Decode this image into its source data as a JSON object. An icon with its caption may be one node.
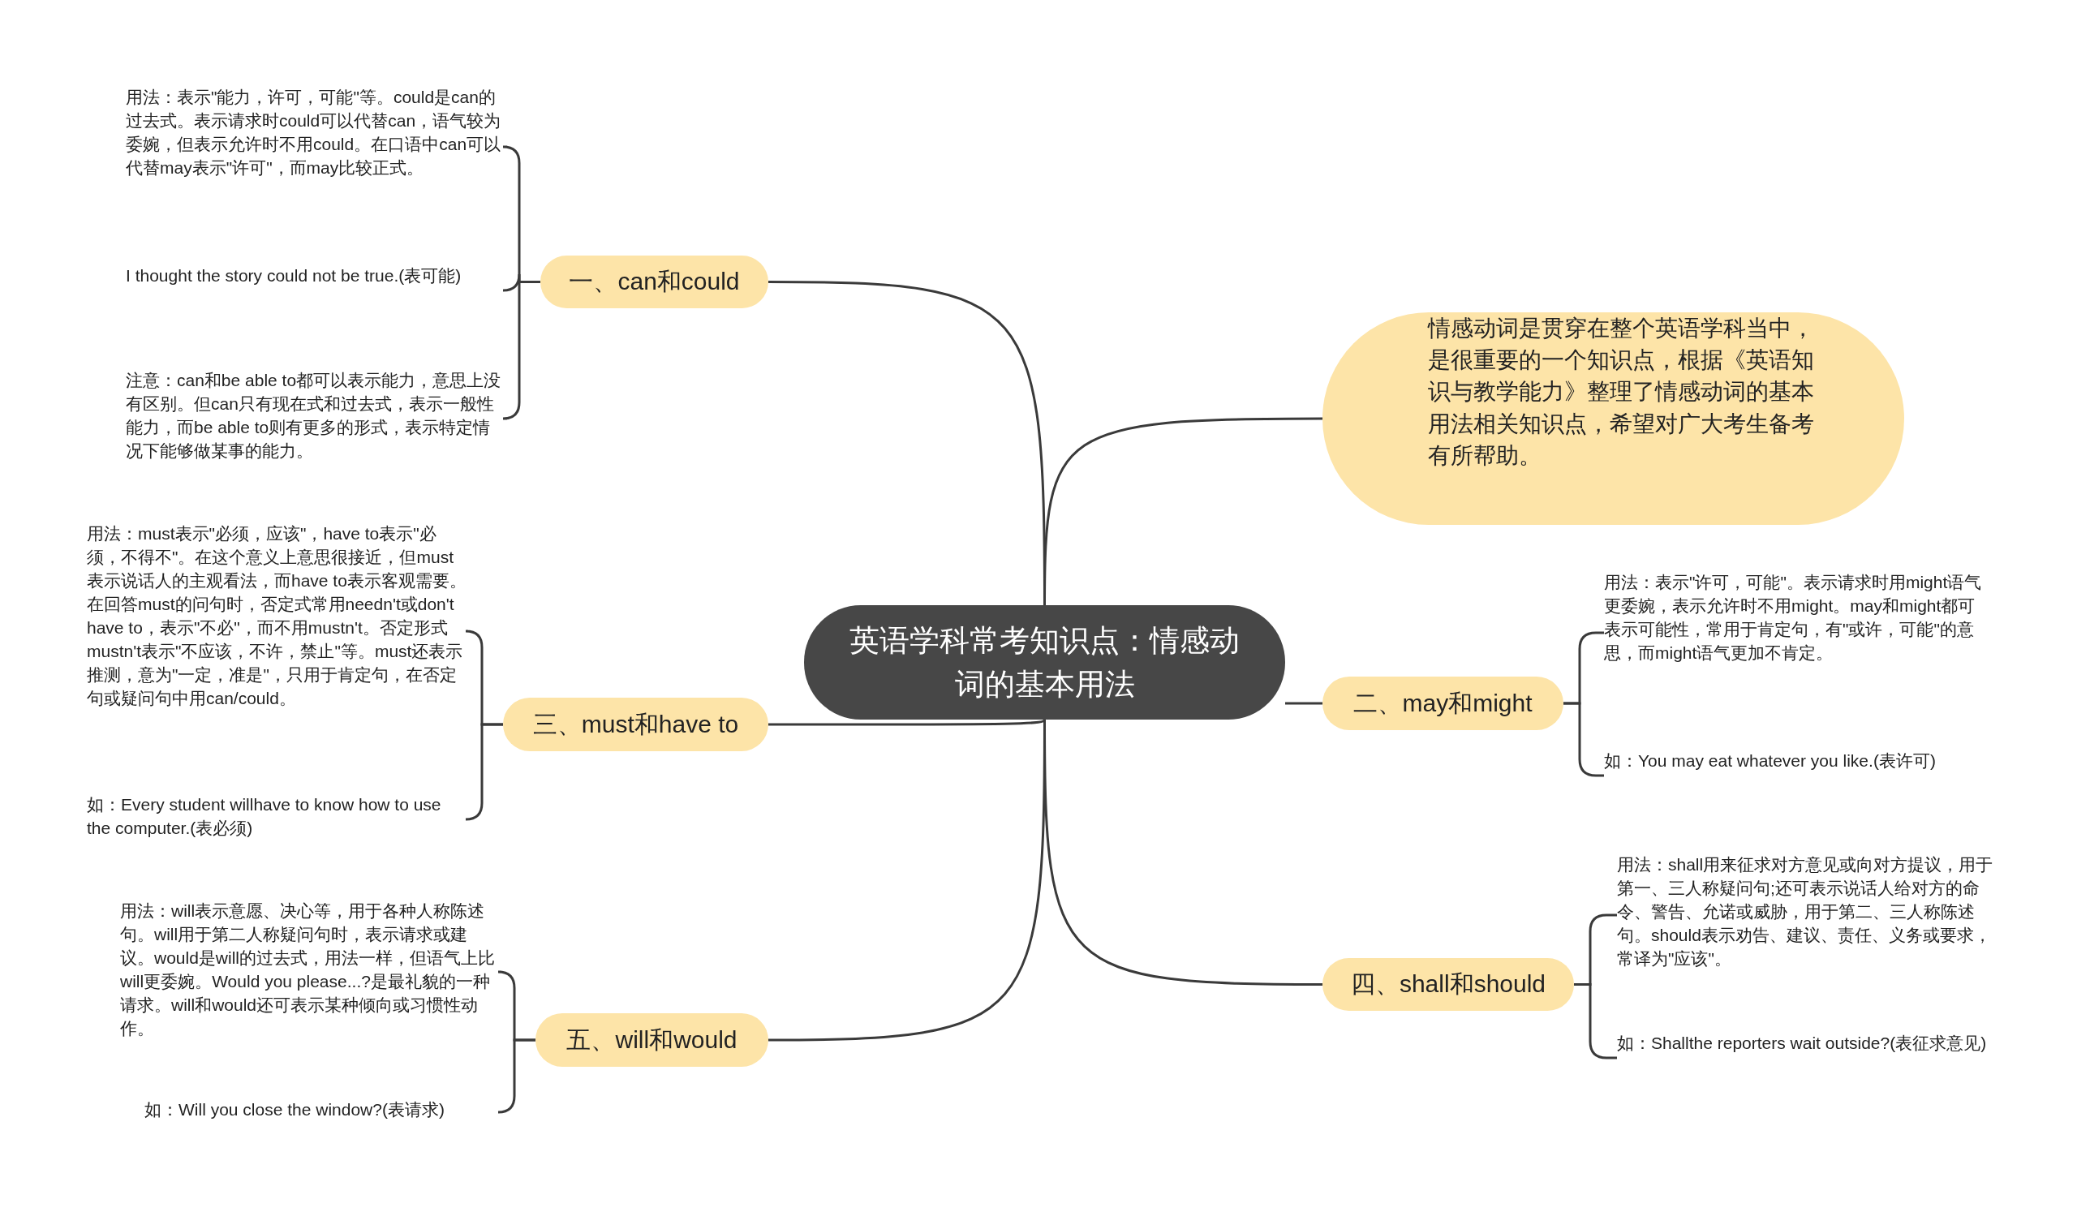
{
  "diagram": {
    "nodes": [
      {
        "text": [
          "英语学科常考知识点：情感动词的基本用法"
        ]
      },
      {
        "text": [
          "一、can和could"
        ]
      },
      {
        "text": [
          "用法：表示\"能力，许可，可能\"等。could是can的过去式。表示请求时could可以代替can，语气较为委婉，但表示允许时不用could。在口语中can可以代替may表示\"许可\"，而may比较正式。"
        ]
      },
      {
        "text": [
          "I thought the story could not be true.(表可能)"
        ]
      },
      {
        "text": [
          "注意：can和be able to都可以表示能力，意思上没有区别。但can只有现在式和过去式，表示一般性能力，而be able to则有更多的形式，表示特定情况下能够做某事的能力。"
        ]
      },
      {
        "text": [
          "情感动词是贯穿在整个英语学科当中，是很重要的一个知识点，根据《英语知识与教学能力》整理了情感动词的基本用法相关知识点，希望对广大考生备考有所帮助。"
        ]
      },
      {
        "text": [
          "二、may和might"
        ]
      },
      {
        "text": [
          "用法：表示\"许可，可能\"。表示请求时用might语气更委婉，表示允许时不用might。may和might都可表示可能性，常用于肯定句，有\"或许，可能\"的意思，而might语气更加不肯定。"
        ]
      },
      {
        "text": [
          "如：You may eat whatever you like.(表许可)"
        ]
      },
      {
        "text": [
          "三、must和have to"
        ]
      },
      {
        "text": [
          "用法：must表示\"必须，应该\"，have to表示\"必须，不得不\"。在这个意义上意思很接近，但must表示说话人的主观看法，而have to表示客观需要。在回答must的问句时，否定式常用needn't或don't have to，表示\"不必\"，而不用mustn't。否定形式mustn't表示\"不应该，不许，禁止\"等。must还表示推测，意为\"一定，准是\"，只用于肯定句，在否定句或疑问句中用can/could。"
        ]
      },
      {
        "text": [
          "如：Every student willhave to know how to use the computer.(表必须)"
        ]
      },
      {
        "text": [
          "四、shall和should"
        ]
      },
      {
        "text": [
          "用法：shall用来征求对方意见或向对方提议，用于第一、三人称疑问句;还可表示说话人给对方的命令、警告、允诺或威胁，用于第二、三人称陈述句。should表示劝告、建议、责任、义务或要求，常译为\"应该\"。"
        ]
      },
      {
        "text": [
          "如：Shallthe reporters wait outside?(表征求意见)"
        ]
      },
      {
        "text": [
          "五、will和would"
        ]
      },
      {
        "text": [
          "用法：will表示意愿、决心等，用于各种人称陈述句。will用于第二人称疑问句时，表示请求或建议。would是will的过去式，用法一样，但语气上比will更委婉。Would you please...?是最礼貌的一种请求。will和would还可表示某种倾向或习惯性动作。"
        ]
      },
      {
        "text": [
          "如：Will you close the window?(表请求)"
        ]
      }
    ],
    "edges": [
      {
        "from": 0,
        "to": 1,
        "arrow": "none"
      },
      {
        "from": 1,
        "to": 2,
        "arrow": "none"
      },
      {
        "from": 1,
        "to": 3,
        "arrow": "none"
      },
      {
        "from": 1,
        "to": 4,
        "arrow": "none"
      },
      {
        "from": 0,
        "to": 5,
        "arrow": "none"
      },
      {
        "from": 0,
        "to": 6,
        "arrow": "none"
      },
      {
        "from": 6,
        "to": 7,
        "arrow": "none"
      },
      {
        "from": 6,
        "to": 8,
        "arrow": "none"
      },
      {
        "from": 0,
        "to": 9,
        "arrow": "none"
      },
      {
        "from": 9,
        "to": 10,
        "arrow": "none"
      },
      {
        "from": 9,
        "to": 11,
        "arrow": "none"
      },
      {
        "from": 0,
        "to": 12,
        "arrow": "none"
      },
      {
        "from": 12,
        "to": 13,
        "arrow": "none"
      },
      {
        "from": 12,
        "to": 14,
        "arrow": "none"
      },
      {
        "from": 0,
        "to": 15,
        "arrow": "none"
      },
      {
        "from": 15,
        "to": 16,
        "arrow": "none"
      },
      {
        "from": 15,
        "to": 17,
        "arrow": "none"
      }
    ]
  }
}
